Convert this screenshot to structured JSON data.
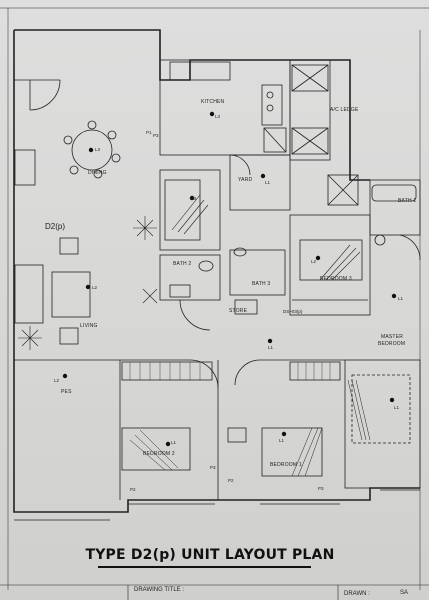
{
  "title": "TYPE D2(p) UNIT LAYOUT PLAN",
  "unit_label": "D2(p)",
  "rooms": {
    "kitchen": "KITCHEN",
    "ac_ledge": "A/C LEDGE",
    "dining": "DINING",
    "yard": "YARD",
    "bath1": "BATH 1",
    "bath2": "BATH 2",
    "bath3": "BATH 3",
    "bedroom3": "BEDROOM 3",
    "master_bedroom_l1": "MASTER",
    "master_bedroom_l2": "BEDROOM",
    "living": "LIVING",
    "pes": "PES",
    "bedroom2": "BEDROOM 2",
    "bedroom1": "BEDROOM 1",
    "store": "STORE"
  },
  "tags": {
    "l1": "L1",
    "l2": "L2",
    "l3": "L3",
    "p1": "P1",
    "p2": "P2",
    "p3": "P3",
    "ds": "DS~03(p)",
    "hb": "HB"
  },
  "title_block": {
    "drawing_title_label": "DRAWING TITLE :",
    "drawn_label": "DRAWN :",
    "drawn_value": "SA"
  },
  "colors": {
    "line": "#222222",
    "paper": "#dcdcda"
  }
}
